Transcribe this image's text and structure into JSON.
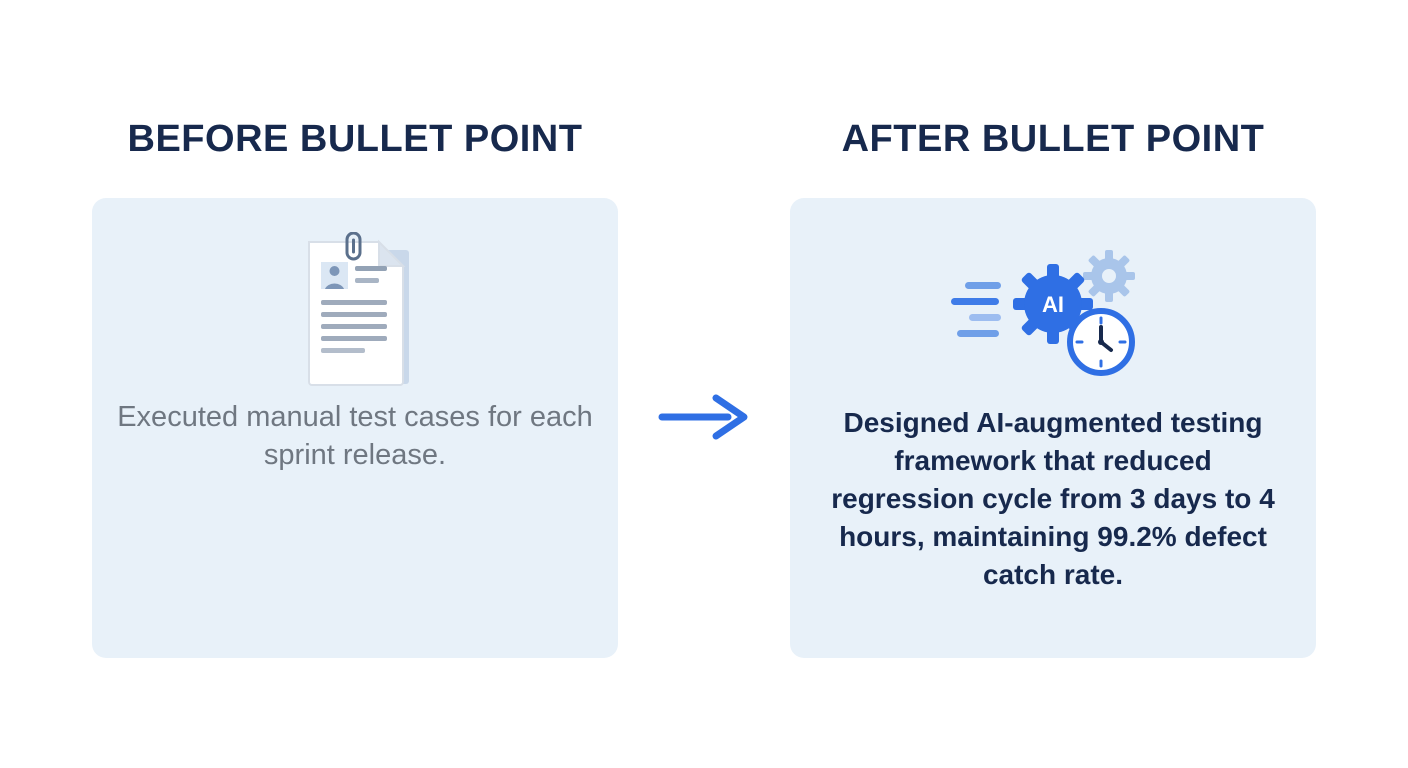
{
  "colors": {
    "heading": "#17294d",
    "card_background": "#e8f1f9",
    "arrow_blue": "#2f6fe4",
    "before_body_text": "#6f7781",
    "after_body_text": "#17294d"
  },
  "before": {
    "heading": "BEFORE BULLET POINT",
    "body": "Executed manual test cases for each sprint release.",
    "icon": "document-with-paperclip-icon"
  },
  "after": {
    "heading": "AFTER BULLET POINT",
    "body": "Designed AI-augmented testing framework that reduced regression cycle from 3 days to 4 hours, maintaining 99.2% defect catch rate.",
    "icon": "ai-gear-clock-icon",
    "ai_badge_label": "AI"
  },
  "connector": {
    "icon": "right-arrow-icon"
  }
}
